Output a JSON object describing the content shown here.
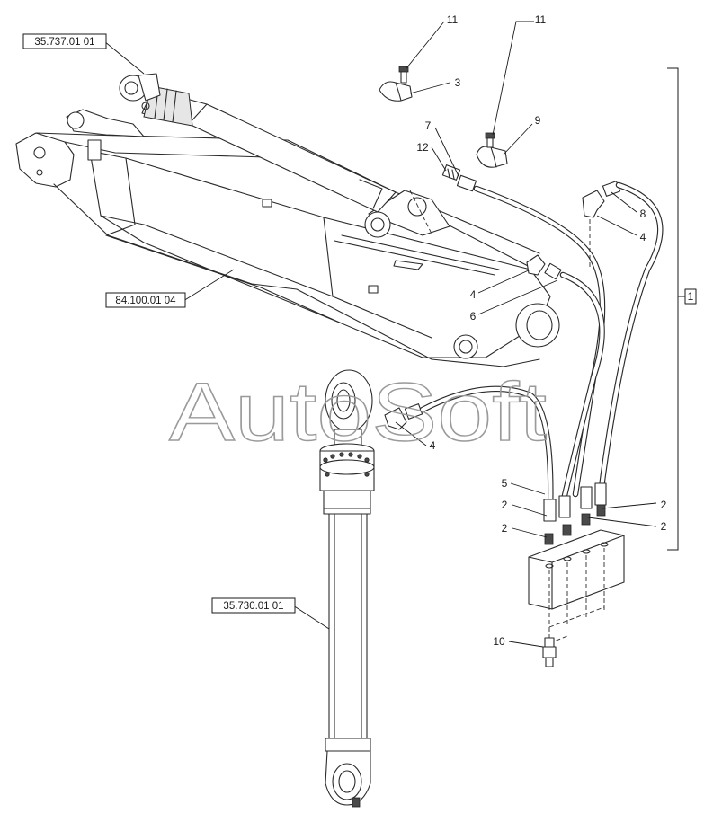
{
  "watermark": "AutoSoft",
  "references": {
    "ref_top": "35.737.01 01",
    "ref_boom": "84.100.01 04",
    "ref_cylinder": "35.730.01 01"
  },
  "group_label": "1",
  "callouts": {
    "c11a": "11",
    "c11b": "11",
    "c3": "3",
    "c9": "9",
    "c7": "7",
    "c12": "12",
    "c8": "8",
    "c4a": "4",
    "c4b": "4",
    "c6": "6",
    "c4c": "4",
    "c5": "5",
    "c2a": "2",
    "c2b": "2",
    "c2c": "2",
    "c2d": "2",
    "c10": "10"
  }
}
